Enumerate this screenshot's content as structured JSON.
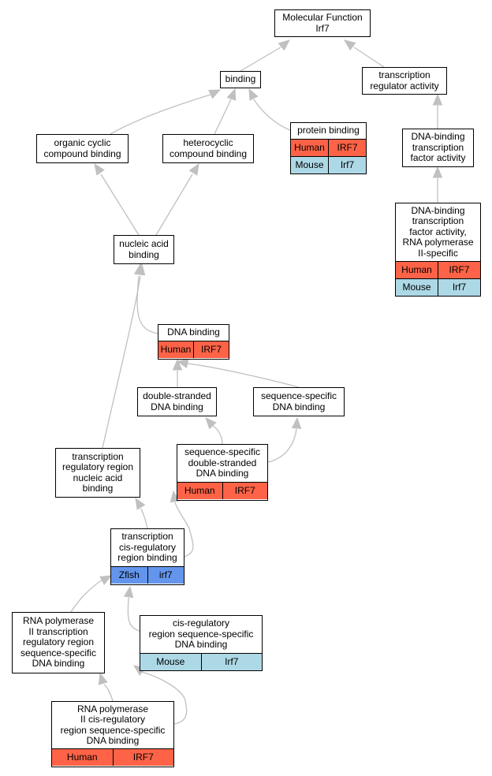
{
  "colors": {
    "human": "#ff6347",
    "mouse": "#add8e6",
    "zfish": "#6495ed",
    "edge": "#c0c0c0"
  },
  "nodes": {
    "molecular_function": {
      "label": "Molecular Function\nIrf7",
      "rows": []
    },
    "binding": {
      "label": "binding",
      "rows": []
    },
    "transcription_regulator_activity": {
      "label": "transcription\nregulator activity",
      "rows": []
    },
    "organic_cyclic": {
      "label": "organic cyclic\ncompound binding",
      "rows": []
    },
    "heterocyclic": {
      "label": "heterocyclic\ncompound binding",
      "rows": []
    },
    "protein_binding": {
      "label": "protein binding",
      "rows": [
        {
          "species": "Human",
          "gene": "IRF7"
        },
        {
          "species": "Mouse",
          "gene": "Irf7"
        }
      ]
    },
    "dna_binding_tf_activity": {
      "label": "DNA-binding\ntranscription\nfactor activity",
      "rows": []
    },
    "dna_binding_tf_rnap2": {
      "label": "DNA-binding\ntranscription\nfactor activity,\nRNA polymerase\nII-specific",
      "rows": [
        {
          "species": "Human",
          "gene": "IRF7"
        },
        {
          "species": "Mouse",
          "gene": "Irf7"
        }
      ]
    },
    "nucleic_acid_binding": {
      "label": "nucleic acid\nbinding",
      "rows": []
    },
    "dna_binding": {
      "label": "DNA binding",
      "rows": [
        {
          "species": "Human",
          "gene": "IRF7"
        }
      ]
    },
    "double_stranded": {
      "label": "double-stranded\nDNA binding",
      "rows": []
    },
    "sequence_specific": {
      "label": "sequence-specific\nDNA binding",
      "rows": []
    },
    "tr_region_nucleic": {
      "label": "transcription\nregulatory region\nnucleic acid\nbinding",
      "rows": []
    },
    "ss_double_stranded": {
      "label": "sequence-specific\ndouble-stranded\nDNA binding",
      "rows": [
        {
          "species": "Human",
          "gene": "IRF7"
        }
      ]
    },
    "tc_region_binding": {
      "label": "transcription\ncis-regulatory\nregion binding",
      "rows": [
        {
          "species": "Zfish",
          "gene": "irf7"
        }
      ]
    },
    "rnap2_tr_region": {
      "label": "RNA polymerase\nII transcription\nregulatory region\nsequence-specific\nDNA binding",
      "rows": []
    },
    "cis_reg_ss": {
      "label": "cis-regulatory\nregion sequence-specific\nDNA binding",
      "rows": [
        {
          "species": "Mouse",
          "gene": "Irf7"
        }
      ]
    },
    "rnap2_cis_reg": {
      "label": "RNA polymerase\nII cis-regulatory\nregion sequence-specific\nDNA binding",
      "rows": [
        {
          "species": "Human",
          "gene": "IRF7"
        }
      ]
    }
  }
}
